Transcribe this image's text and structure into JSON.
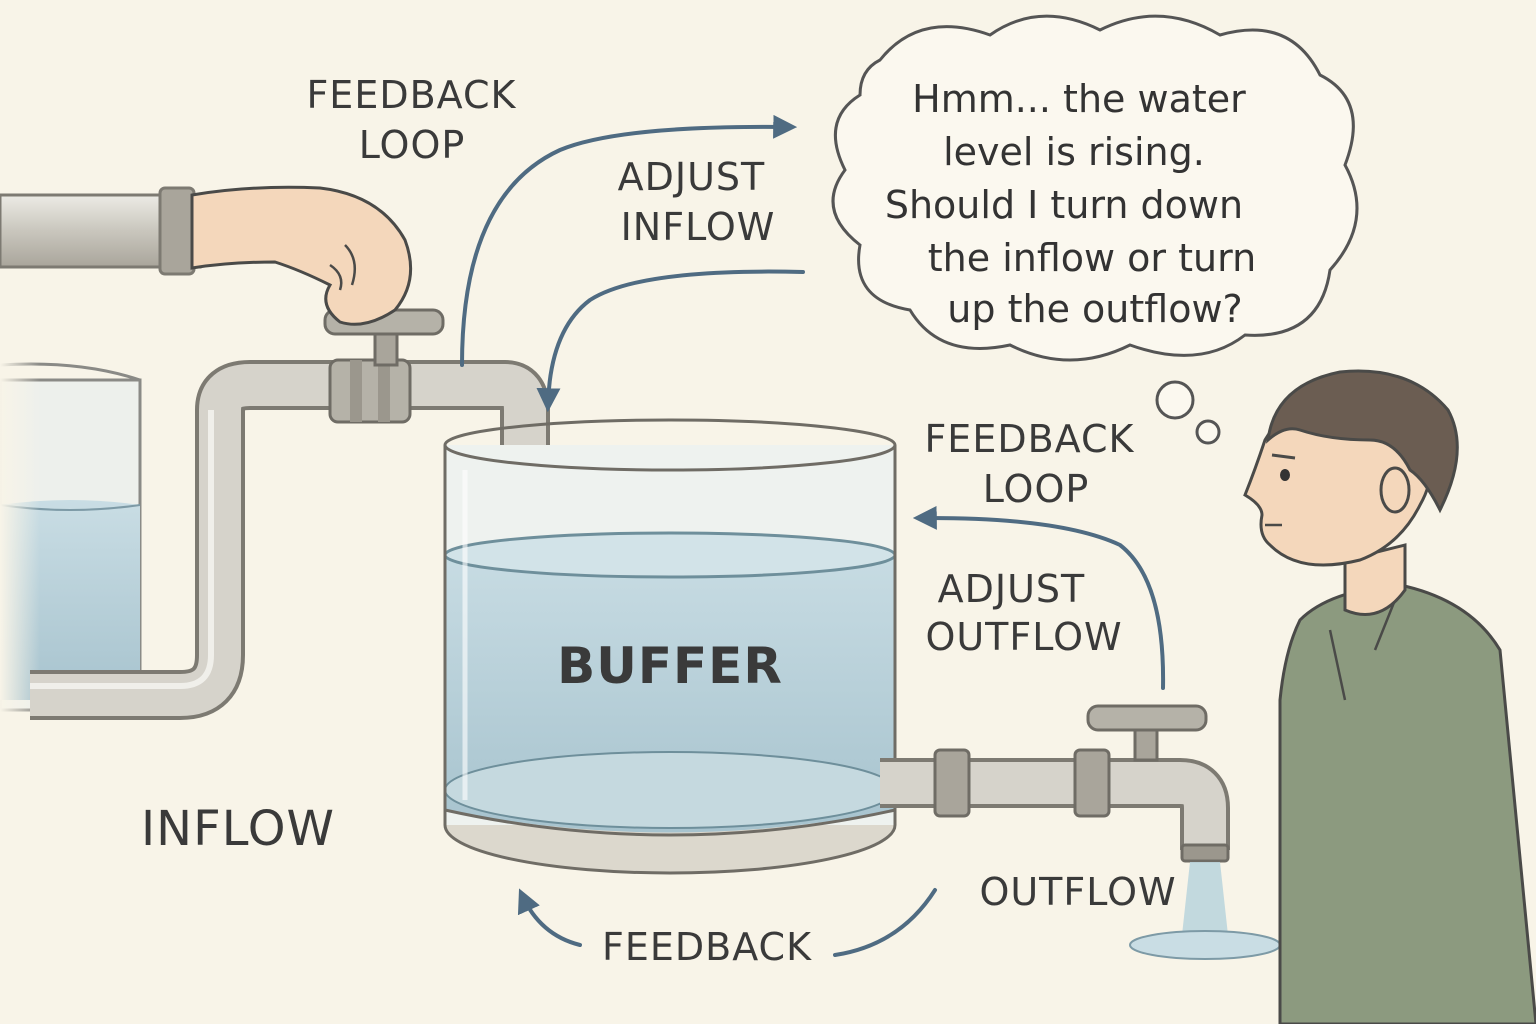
{
  "labels": {
    "feedback_loop_top": [
      "FEEDBACK",
      "LOOP"
    ],
    "adjust_inflow": [
      "ADJUST",
      "INFLOW"
    ],
    "feedback_loop_right": [
      "FEEDBACK",
      "LOOP"
    ],
    "adjust_outflow": [
      "ADJUST",
      "OUTFLOW"
    ],
    "buffer": "BUFFER",
    "inflow": "INFLOW",
    "outflow": "OUTFLOW",
    "feedback": "FEEDBACK"
  },
  "thought_bubble": {
    "lines": [
      "Hmm... the water",
      "level is rising.",
      "Should I turn down",
      "the inflow or turn",
      "up the outflow?"
    ]
  },
  "colors": {
    "background": "#f8f4e8",
    "arrow": "#4f6b82",
    "water": "#b9d3dc",
    "pipe": "#c9c6bd",
    "shirt": "#8c9a7f",
    "hair": "#6b5d52",
    "skin": "#f4d7bb"
  },
  "icons": [
    "faucet-icon",
    "hand-icon",
    "person-icon",
    "thought-bubble-icon",
    "water-drop-icon"
  ]
}
